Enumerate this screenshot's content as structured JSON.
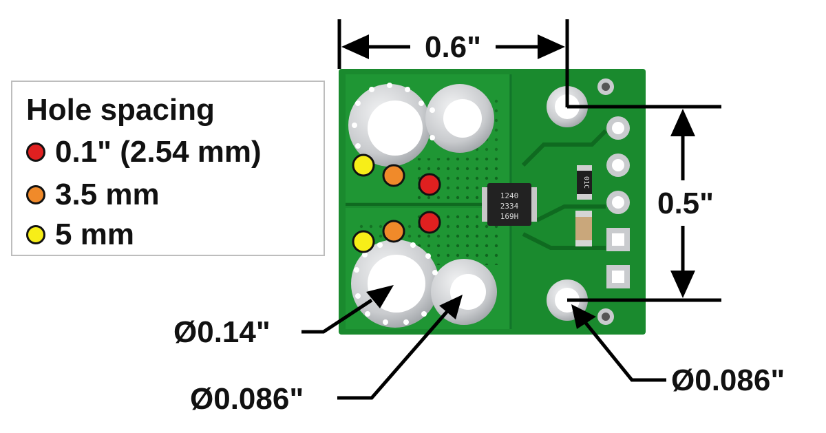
{
  "legend": {
    "title": "Hole spacing",
    "items": [
      {
        "label": "0.1\" (2.54 mm)",
        "color": "#e02020"
      },
      {
        "label": "3.5 mm",
        "color": "#f08a2a"
      },
      {
        "label": "5 mm",
        "color": "#f7ee18"
      }
    ]
  },
  "dimensions": {
    "width_label": "0.6\"",
    "height_label": "0.5\"",
    "large_hole_label": "Ø0.14\"",
    "small_hole_label": "Ø0.086\"",
    "mount_hole_label": "Ø0.086\""
  },
  "chip": {
    "line1": "1240",
    "line2": "2334",
    "line3": "169H"
  },
  "resistor_marking": "01C",
  "colors": {
    "board": "#1a8a2e",
    "board_dark": "#0f6a20",
    "silver": "#d4d6d8",
    "text": "#111111"
  }
}
